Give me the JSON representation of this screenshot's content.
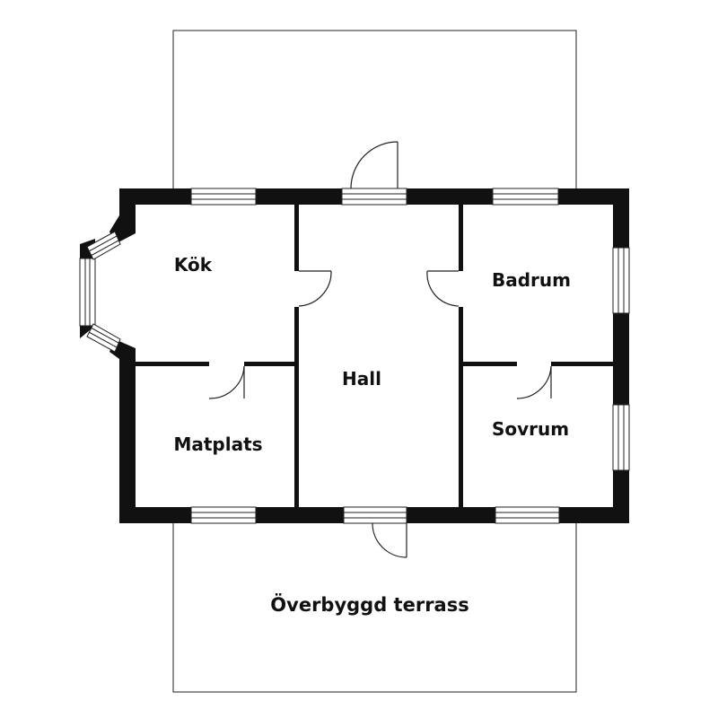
{
  "colors": {
    "wall": "#111111",
    "line": "#222222",
    "background": "#ffffff"
  },
  "rooms": {
    "kok": "Kök",
    "hall": "Hall",
    "badrum": "Badrum",
    "matplats": "Matplats",
    "sovrum": "Sovrum",
    "terrace": "Överbyggd terrass"
  }
}
